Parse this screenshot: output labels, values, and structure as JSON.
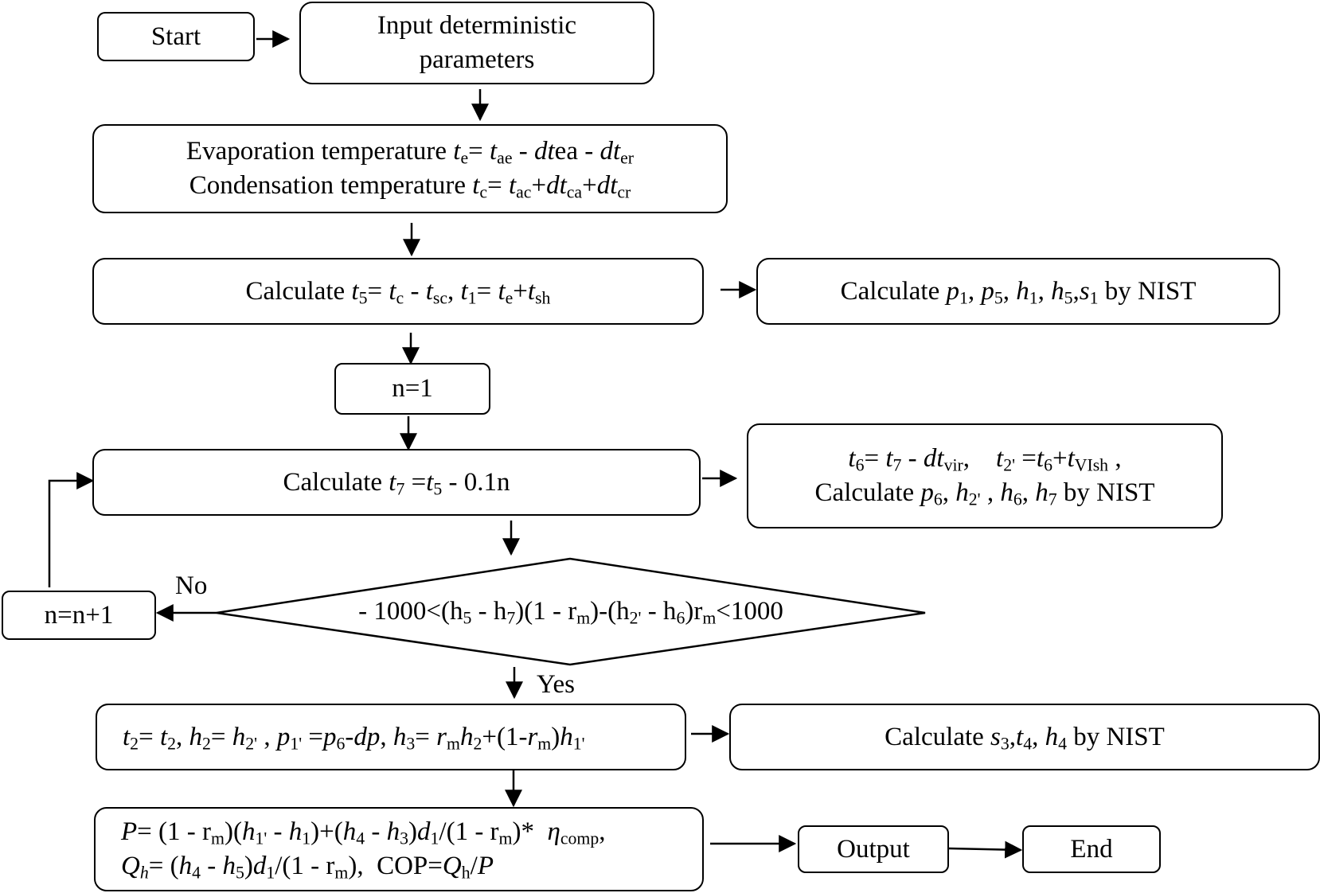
{
  "nodes": {
    "start": {
      "label": "Start"
    },
    "input": {
      "line1": "Input deterministic",
      "line2": "parameters"
    },
    "evap_cond": {
      "evap_label": "Evaporation temperature",
      "cond_label": "Condensation temperature"
    },
    "calc_t5_t1": {
      "label": "Calculate"
    },
    "calc_nist_1": {
      "label": "Calculate",
      "suffix": "by NIST"
    },
    "n_init": {
      "label": "n=1"
    },
    "calc_t7": {
      "label": "Calculate",
      "tail": "- 0.1n"
    },
    "calc_t6": {
      "line2_label": "Calculate",
      "suffix": "by NIST"
    },
    "condition": {
      "lead": "- 1000<(h",
      "tail": "<1000"
    },
    "increment": {
      "label": "n=n+1"
    },
    "assign": {
      "label": ""
    },
    "calc_nist_2": {
      "label": "Calculate",
      "suffix": "by NIST"
    },
    "power": {
      "cop_label": "COP="
    },
    "output": {
      "label": "Output"
    },
    "end": {
      "label": "End"
    }
  },
  "edge_labels": {
    "no": "No",
    "yes": "Yes"
  }
}
